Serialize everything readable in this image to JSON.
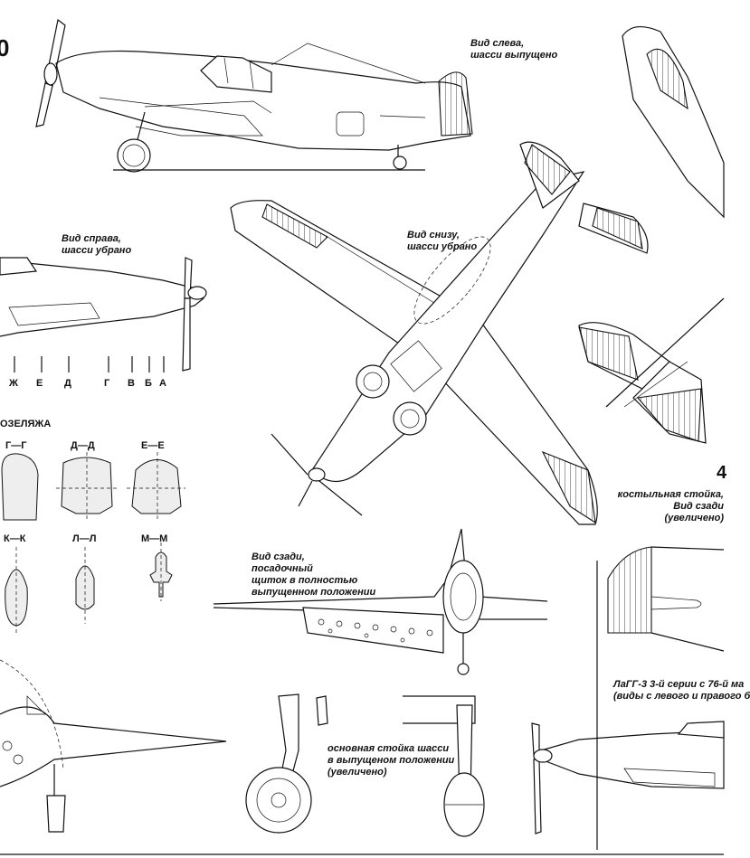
{
  "page_number_fragment": "0",
  "side_number_fragment": "4",
  "views": {
    "left_view": "Вид слева,\nшасси выпущено",
    "right_view": "Вид справа,\nшасси убрано",
    "bottom_view": "Вид снизу,\nшасси убрано",
    "rear_view": "Вид сзади,\nпосадочный\nщиток в полностью\nвыпущенном положении",
    "tail_strut": "костыльная стойка,\nВид сзади\n(увеличено)",
    "main_strut": "основная стойка шасси\nв выпущеном положении\n(увеличено)",
    "variant_caption": "ЛаГГ-3 3-й серии с 76-й ма\n(виды с левого и правого б"
  },
  "station_letters": [
    "Ж",
    "Е",
    "Д",
    "Г",
    "В",
    "Б",
    "А"
  ],
  "sections_title": "ОЗЕЛЯЖА",
  "sections": [
    "Г—Г",
    "Д—Д",
    "Е—Е",
    "К—К",
    "Л—Л",
    "М—М"
  ]
}
